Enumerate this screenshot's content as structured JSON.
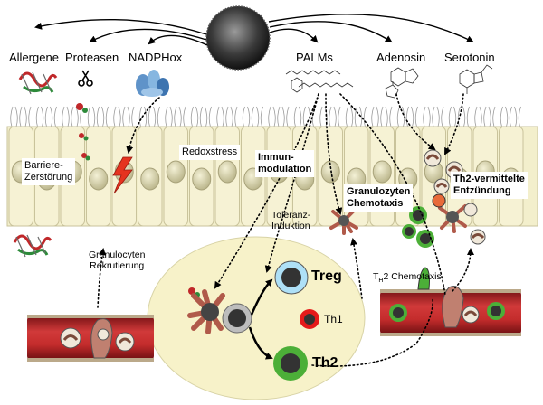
{
  "sources": {
    "allergene": "Allergene",
    "proteasen": "Proteasen",
    "nadphox": "NADPHox",
    "palms": "PALMs",
    "adenosin": "Adenosin",
    "serotonin": "Serotonin"
  },
  "epithelium": {
    "barriere_line1": "Barriere-",
    "barriere_line2": "Zerstörung",
    "redoxstress": "Redoxstress",
    "immun_line1": "Immun-",
    "immun_line2": "modulation",
    "granulozyten_line1": "Granulozyten",
    "granulozyten_line2": "Chemotaxis",
    "th2entz_line1": "Th2-vermittelte",
    "th2entz_line2": "Entzündung"
  },
  "lower": {
    "toleranz_line1": "Toleranz-",
    "toleranz_line2": "Induktion",
    "rekrut_line1": "Granulocyten",
    "rekrut_line2": "Rekrutierung",
    "th2chemo_prefix": "T",
    "th2chemo_sub": "H",
    "th2chemo_rest": "2 Chemotaxis",
    "treg": "Treg",
    "th1": "Th1",
    "th2": "Th2"
  },
  "colors": {
    "epithelium": "#f3efcc",
    "vessel": "#c0282a",
    "lymph": "#f7f2c9",
    "treg": "#aee0f7",
    "th1": "#e51a1a",
    "th2": "#4caf38",
    "granulocyte": "#b46e5e"
  }
}
